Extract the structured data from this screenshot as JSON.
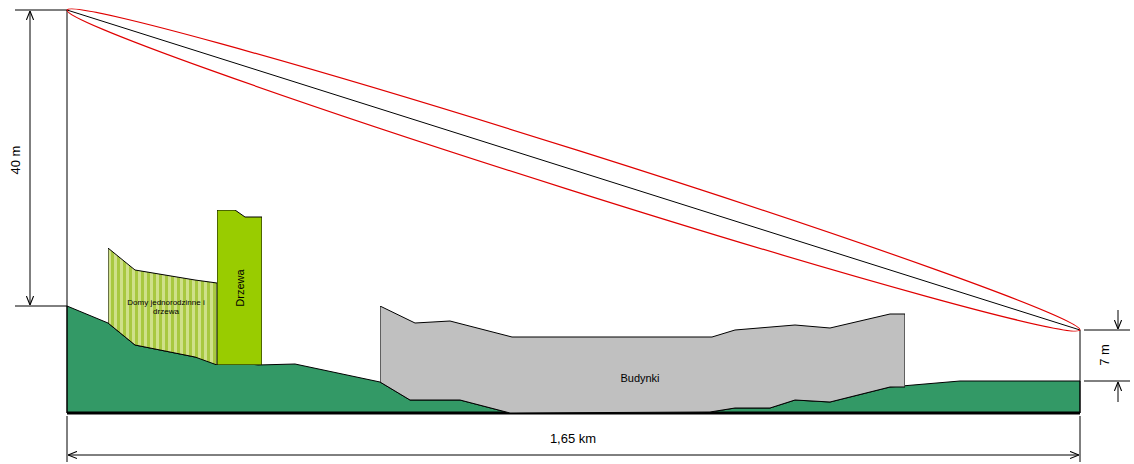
{
  "diagram": {
    "nodes": [
      {
        "text": [
          "Domy jednorodzinne i drzewa"
        ]
      },
      {
        "text": [
          "Drzewa"
        ]
      },
      {
        "text": [
          "Budynki"
        ]
      }
    ],
    "labels": [
      "40 m",
      "7 m",
      "1,65 km"
    ]
  }
}
